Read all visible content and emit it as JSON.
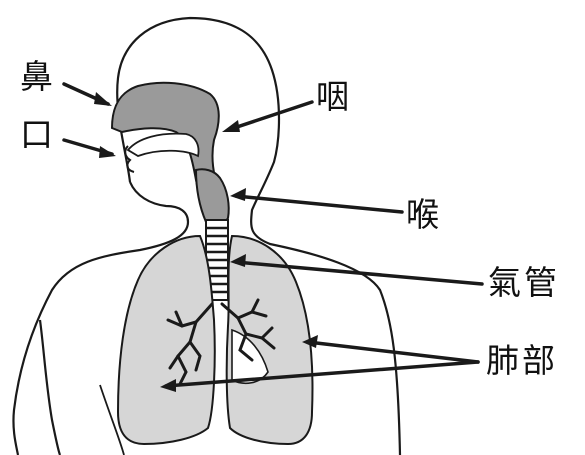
{
  "labels": {
    "nose": "鼻",
    "mouth": "口",
    "pharynx": "咽",
    "larynx": "喉",
    "trachea": "氣管",
    "lungs": "肺部"
  },
  "colors": {
    "outline": "#1a1a1a",
    "organ_fill": "#9a9a9a",
    "lung_fill": "#d6d6d6",
    "text": "#111111"
  }
}
